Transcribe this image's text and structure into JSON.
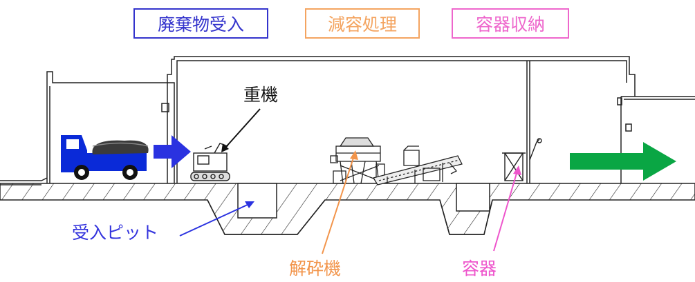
{
  "stages": [
    {
      "label": "廃棄物受入",
      "color": "#3333cc"
    },
    {
      "label": "減容処理",
      "color": "#f4a460"
    },
    {
      "label": "容器収納",
      "color": "#ee66cc"
    }
  ],
  "labels": {
    "heavy_machine": "重機",
    "receiving_pit": "受入ピット",
    "crusher": "解砕機",
    "container": "容器"
  },
  "colors": {
    "line": "#222222",
    "truck": "#0a2ad8",
    "flow_arrow_in": "#2a32e0",
    "flow_arrow_out": "#0aa644",
    "pit_label": "#3333dd",
    "crusher_label": "#f2944a",
    "container_label": "#ee55cc",
    "machine_label": "#111111"
  },
  "icons": [
    "truck-icon",
    "excavator-icon",
    "crusher-icon",
    "container-icon",
    "flow-arrow-icon"
  ]
}
